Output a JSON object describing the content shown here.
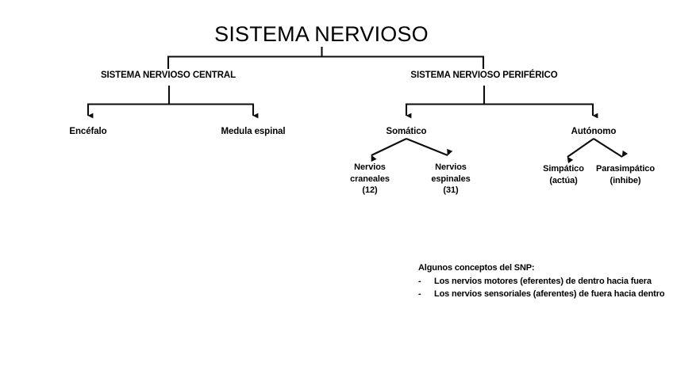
{
  "diagram": {
    "title": "SISTEMA NERVIOSO",
    "level2": {
      "central": "SISTEMA NERVIOSO CENTRAL",
      "periferico": "SISTEMA NERVIOSO PERIFÉRICO"
    },
    "level3": {
      "encefalo": "Encéfalo",
      "medula": "Medula espinal",
      "somatico": "Somático",
      "autonomo": "Autónomo"
    },
    "level4": {
      "craneales_l1": "Nervios",
      "craneales_l2": "craneales",
      "craneales_l3": "(12)",
      "espinales_l1": "Nervios",
      "espinales_l2": "espinales",
      "espinales_l3": "(31)",
      "simpatico_l1": "Simpático",
      "simpatico_l2": "(actúa)",
      "parasimpatico_l1": "Parasimpático",
      "parasimpatico_l2": "(inhibe)"
    }
  },
  "notes": {
    "heading": "Algunos conceptos del SNP:",
    "bullet_marker": "-",
    "items": [
      "Los nervios motores (eferentes) de dentro hacia fuera",
      "Los nervios sensoriales (aferentes) de fuera hacia dentro"
    ]
  },
  "colors": {
    "background": "#ffffff",
    "ink": "#000000",
    "connector": "#0d0d0d"
  }
}
